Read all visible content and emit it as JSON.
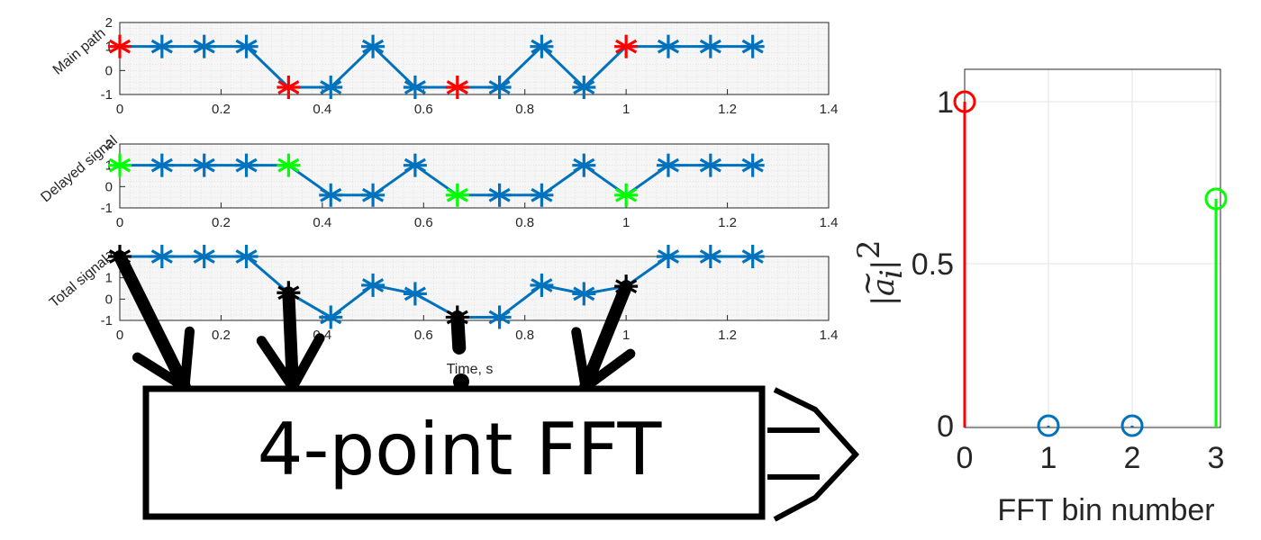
{
  "chart_data": [
    {
      "type": "scatter",
      "panel": "main",
      "ylabel": "Main path",
      "xlim": [
        0,
        1.4
      ],
      "ylim": [
        -1,
        2
      ],
      "xticks": [
        "0",
        "0.2",
        "0.4",
        "0.6",
        "0.8",
        "1",
        "1.2",
        "1.4"
      ],
      "yticks": [
        "-1",
        "0",
        "1",
        "2"
      ],
      "x": [
        0,
        0.0833,
        0.1667,
        0.25,
        0.3333,
        0.4167,
        0.5,
        0.5833,
        0.6667,
        0.75,
        0.8333,
        0.9167,
        1.0,
        1.0833,
        1.1667,
        1.25
      ],
      "values": [
        1,
        1,
        1,
        1,
        -0.7,
        -0.7,
        1,
        -0.7,
        -0.7,
        -0.7,
        1,
        -0.7,
        1,
        1,
        1,
        1
      ],
      "highlight_indices": [
        0,
        4,
        8,
        12
      ],
      "highlight_color": "#ff0000",
      "line_color": "#0072bd",
      "grid": true
    },
    {
      "type": "scatter",
      "panel": "delayed",
      "ylabel": "Delayed signal",
      "xlim": [
        0,
        1.4
      ],
      "ylim": [
        -1,
        2
      ],
      "xticks": [
        "0",
        "0.2",
        "0.4",
        "0.6",
        "0.8",
        "1",
        "1.2",
        "1.4"
      ],
      "yticks": [
        "-1",
        "0",
        "1",
        "2"
      ],
      "x": [
        0,
        0.0833,
        0.1667,
        0.25,
        0.3333,
        0.4167,
        0.5,
        0.5833,
        0.6667,
        0.75,
        0.8333,
        0.9167,
        1.0,
        1.0833,
        1.1667,
        1.25
      ],
      "values": [
        1,
        1,
        1,
        1,
        1,
        -0.4,
        -0.4,
        1,
        -0.4,
        -0.4,
        -0.4,
        1,
        -0.4,
        1,
        1,
        1
      ],
      "highlight_indices": [
        0,
        4,
        8,
        12
      ],
      "highlight_color": "#00ff00",
      "line_color": "#0072bd",
      "grid": true
    },
    {
      "type": "scatter",
      "panel": "total",
      "ylabel": "Total signal",
      "xlabel": "Time, s",
      "xlim": [
        0,
        1.4
      ],
      "ylim": [
        -1,
        2
      ],
      "xticks": [
        "0",
        "0.2",
        "0.4",
        "0.6",
        "0.8",
        "1",
        "1.2",
        "1.4"
      ],
      "yticks": [
        "-1",
        "0",
        "1",
        "2"
      ],
      "x": [
        0,
        0.0833,
        0.1667,
        0.25,
        0.3333,
        0.4167,
        0.5,
        0.5833,
        0.6667,
        0.75,
        0.8333,
        0.9167,
        1.0,
        1.0833,
        1.1667,
        1.25
      ],
      "values": [
        2,
        2,
        2,
        2,
        0.3,
        -0.85,
        0.65,
        0.25,
        -0.85,
        -0.85,
        0.65,
        0.25,
        0.6,
        2,
        2,
        2
      ],
      "highlight_indices": [
        0,
        4,
        8,
        12
      ],
      "highlight_color": "#000000",
      "line_color": "#0072bd",
      "grid": true
    },
    {
      "type": "stem",
      "panel": "fft",
      "xlabel": "FFT bin number",
      "xlim": [
        0,
        3
      ],
      "ylim": [
        0,
        1
      ],
      "xticks": [
        "0",
        "1",
        "2",
        "3"
      ],
      "yticks": [
        "0",
        "0.5",
        "1"
      ],
      "categories": [
        0,
        1,
        2,
        3
      ],
      "values": [
        1,
        0,
        0,
        0.7
      ],
      "colors": [
        "#ff0000",
        "#0072bd",
        "#0072bd",
        "#00ff00"
      ],
      "grid": true
    }
  ],
  "fft_box": {
    "label": "4-point FFT"
  },
  "fft_ylabel": {
    "base": "a",
    "sub": "i",
    "sup": "2"
  }
}
